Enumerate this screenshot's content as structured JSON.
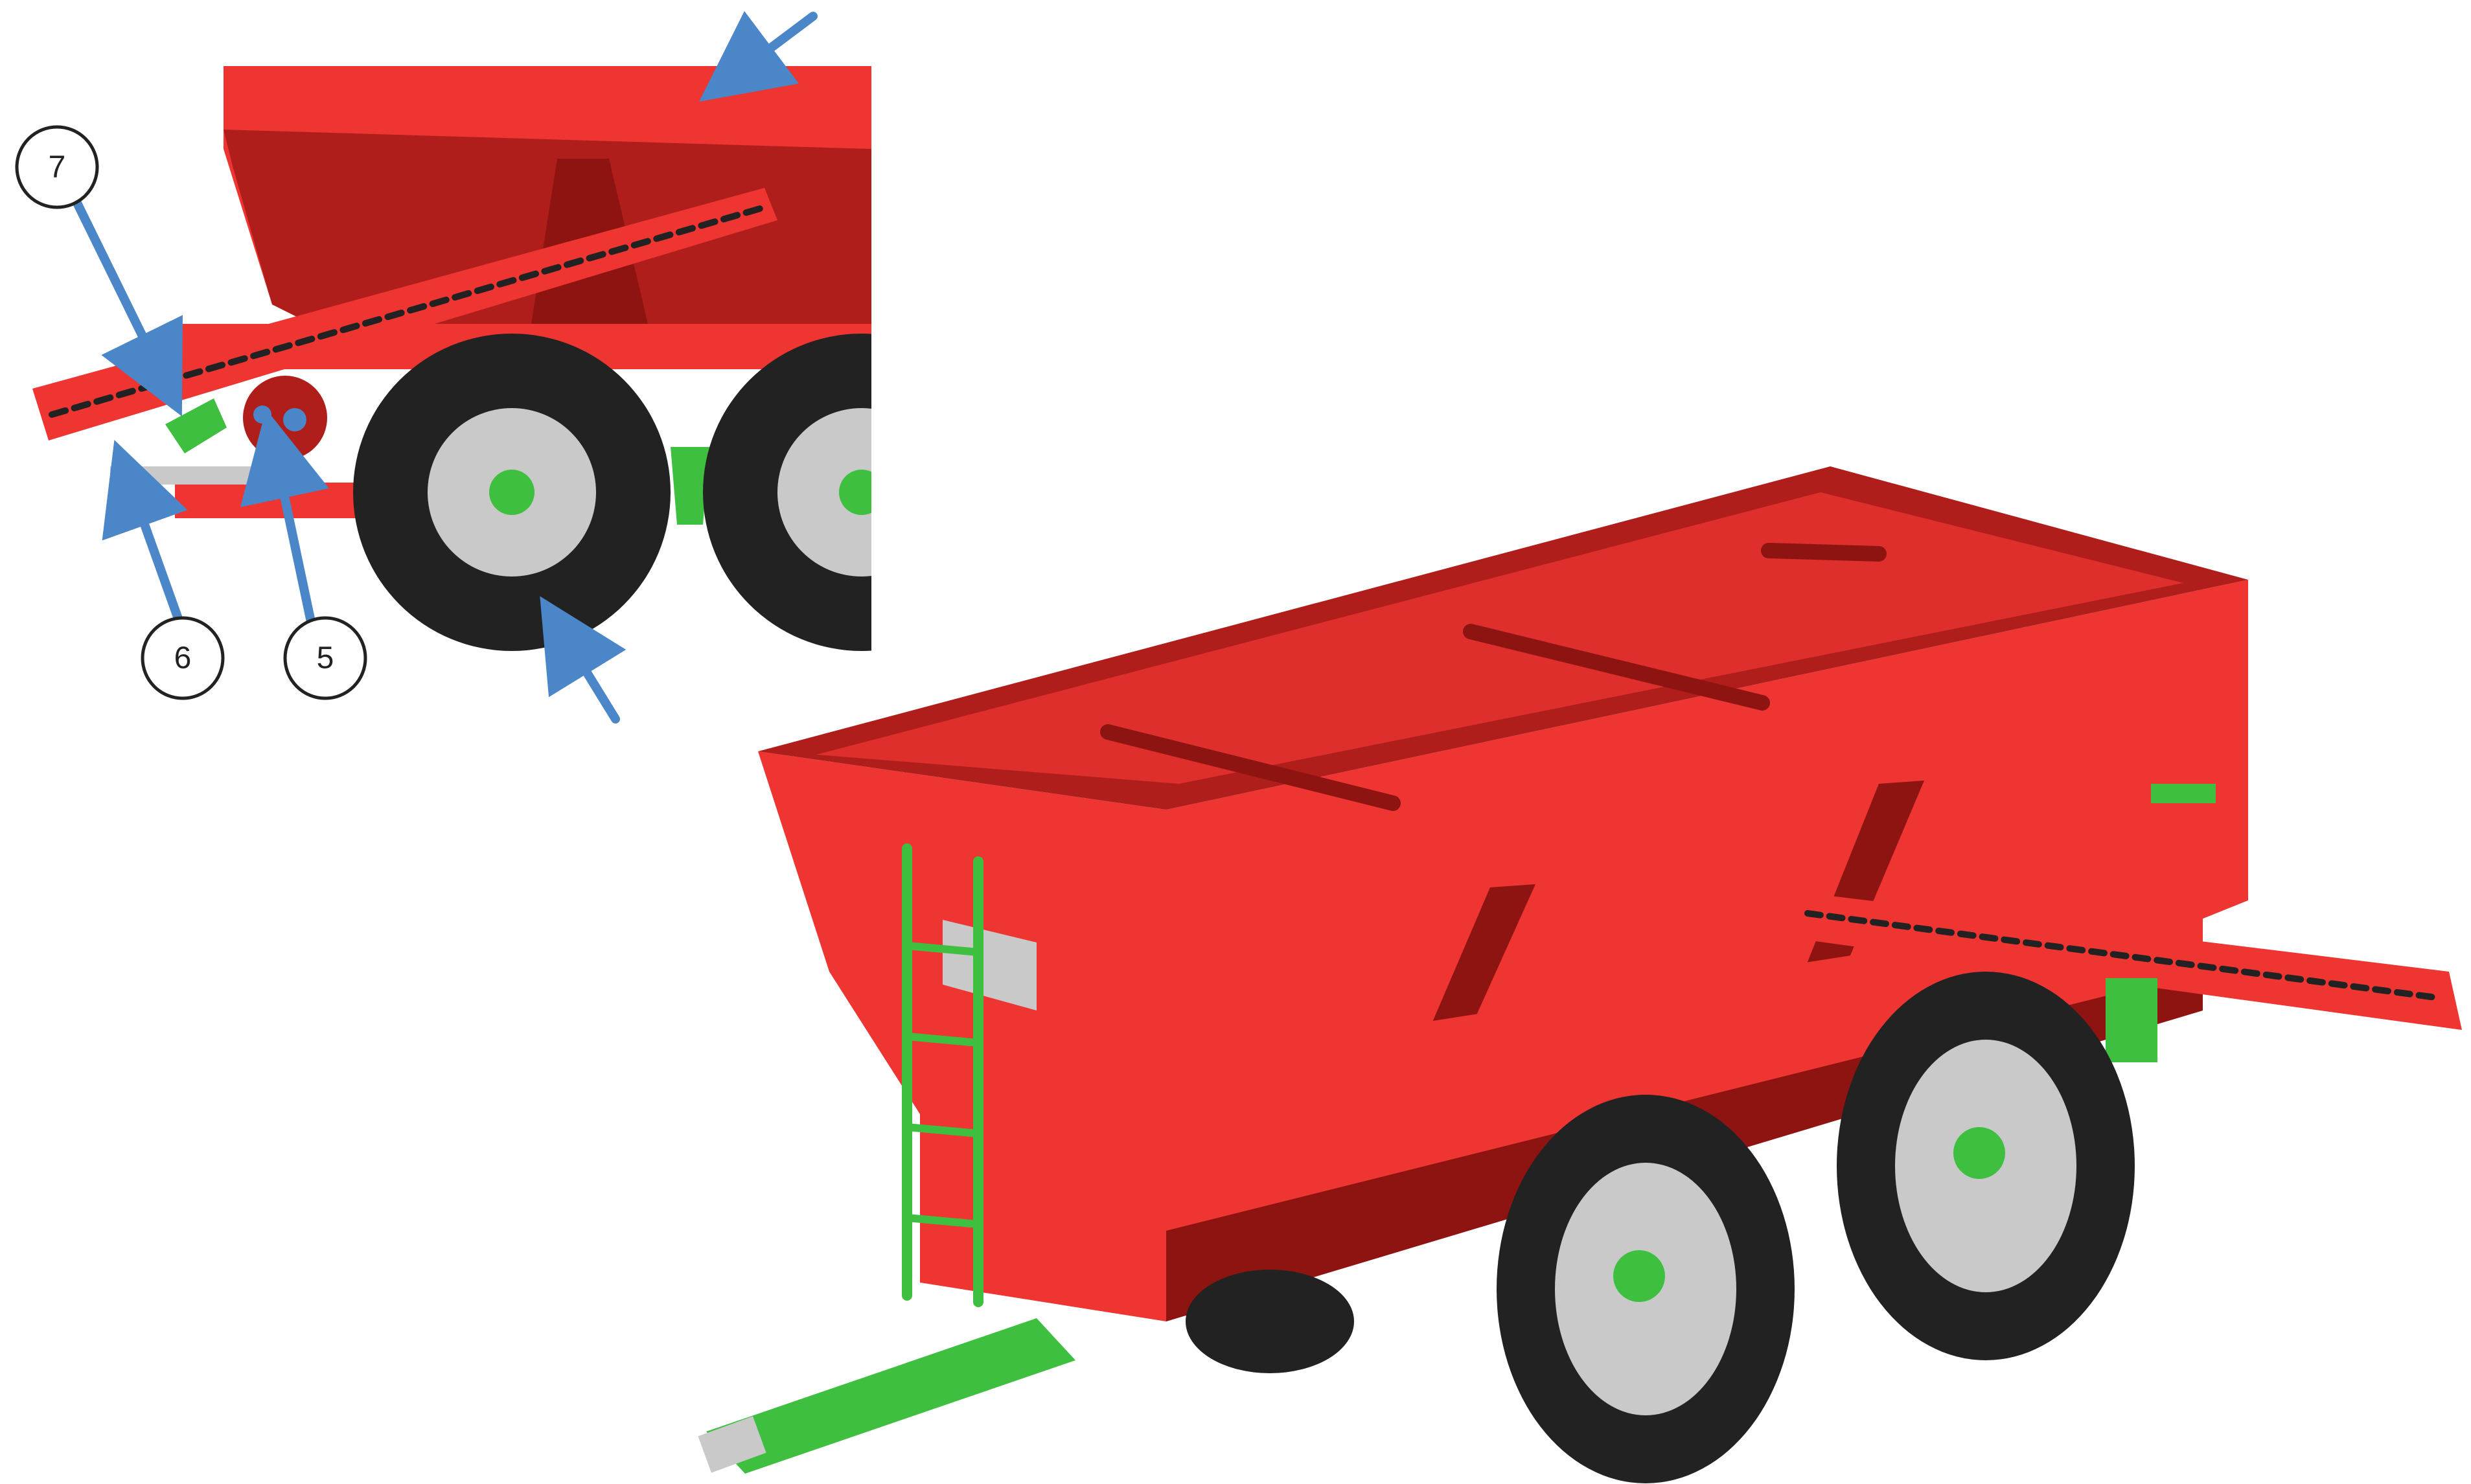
{
  "colors": {
    "hopper_red": "#ee3532",
    "hopper_dark": "#b01e1c",
    "hopper_shadow": "#8e1412",
    "frame_green": "#3fbf3f",
    "tire_black": "#222222",
    "rim_grey": "#c9c9c9",
    "callout_blue": "#4a86c8",
    "outline": "#222222"
  },
  "callouts": [
    {
      "id": "7",
      "label": "7"
    },
    {
      "id": "6",
      "label": "6"
    },
    {
      "id": "5",
      "label": "5"
    }
  ]
}
